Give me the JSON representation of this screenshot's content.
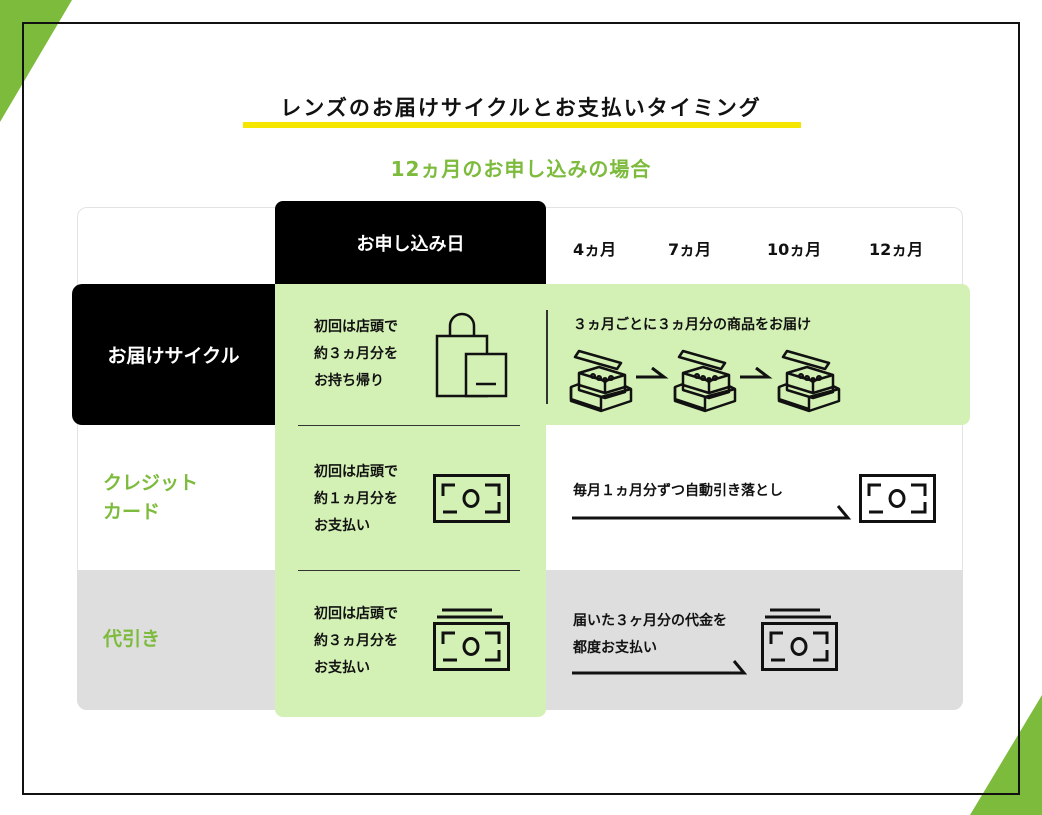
{
  "title": "レンズのお届けサイクルとお支払いタイミング",
  "subtitle": "12ヵ月のお申し込みの場合",
  "header": {
    "start": "お申し込み日",
    "months": [
      "4ヵ月",
      "7ヵ月",
      "10ヵ月",
      "12ヵ月"
    ]
  },
  "rows": [
    {
      "label": "お届けサイクル",
      "initial": [
        "初回は店頭で",
        "約３ヵ月分を",
        "お持ち帰り"
      ],
      "note": "３ヵ月ごとに３ヵ月分の商品をお届け"
    },
    {
      "label": [
        "クレジット",
        "カード"
      ],
      "initial": [
        "初回は店頭で",
        "約１ヵ月分を",
        "お支払い"
      ],
      "note": "毎月１ヵ月分ずつ自動引き落とし"
    },
    {
      "label": "代引き",
      "initial": [
        "初回は店頭で",
        "約３ヵ月分を",
        "お支払い"
      ],
      "note": [
        "届いた３ヶ月分の代金を",
        "都度お支払い"
      ]
    }
  ],
  "colors": {
    "green": "#7dbb3c",
    "lightgreen": "#d4f1b5",
    "yellow": "#f5e600",
    "gray": "#dedede"
  }
}
